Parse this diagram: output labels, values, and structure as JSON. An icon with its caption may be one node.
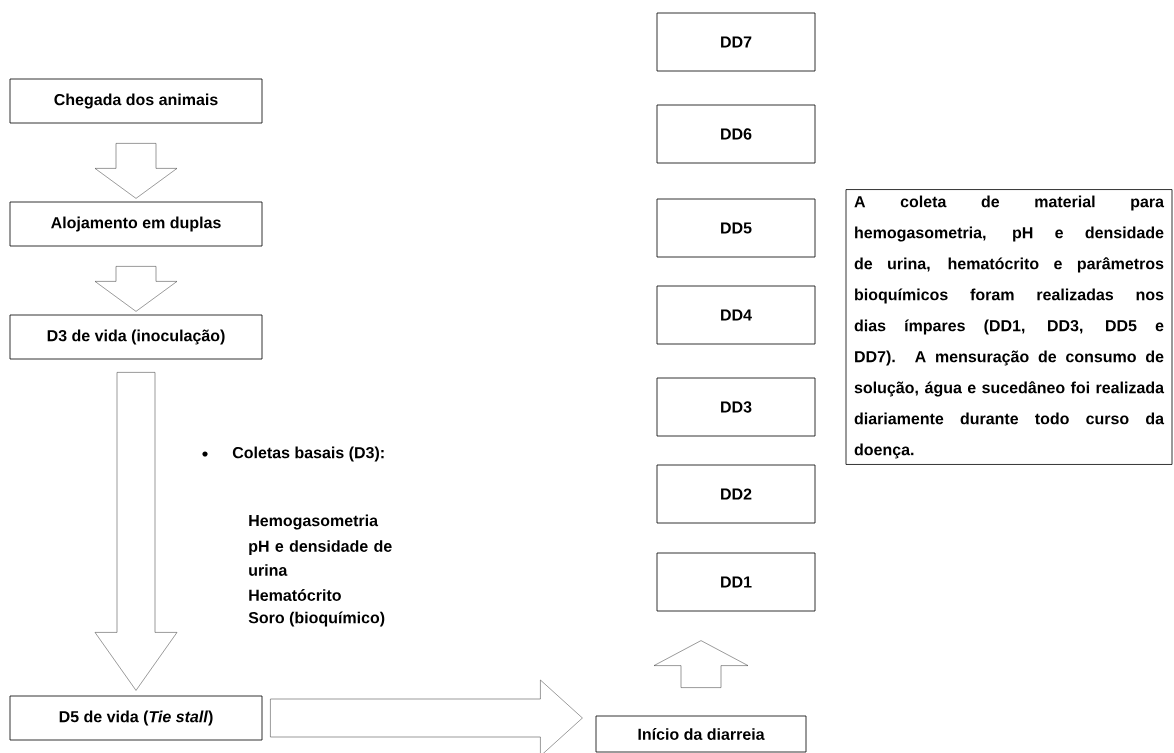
{
  "diagram": {
    "nodes": [
      {
        "text": [
          "Chegada dos animais"
        ]
      },
      {
        "text": [
          "Alojamento em duplas"
        ]
      },
      {
        "text": [
          "D3 de vida (inoculação)"
        ]
      },
      {
        "text": [
          "D5 de vida (*Tie stall*)"
        ]
      },
      {
        "text": [
          "Início da diarreia"
        ]
      },
      {
        "text": [
          "DD1"
        ]
      },
      {
        "text": [
          "DD2"
        ]
      },
      {
        "text": [
          "DD3"
        ]
      },
      {
        "text": [
          "DD4"
        ]
      },
      {
        "text": [
          "DD5"
        ]
      },
      {
        "text": [
          "DD6"
        ]
      },
      {
        "text": [
          "DD7"
        ]
      },
      {
        "text": [
          "A coleta de material para hemogasometria, pH e densidade de urina, hematócrito e parâmetros bioquímicos foram realizadas nos dias ímpares (DD1, DD3, DD5 e DD7). A mensuração de consumo de solução, água e sucedâneo foi realizada diariamente durante todo curso da doença."
        ]
      }
    ],
    "edges": [
      {
        "from": 0,
        "to": 1,
        "arrow": "to"
      },
      {
        "from": 1,
        "to": 2,
        "arrow": "to"
      },
      {
        "from": 2,
        "to": 3,
        "arrow": "to"
      },
      {
        "from": 3,
        "to": 4,
        "arrow": "to"
      },
      {
        "from": 4,
        "to": 5,
        "arrow": "to"
      }
    ],
    "labels": [
      "Coletas basais (D3):",
      "Hemogasometria",
      "pH e densidade de urina",
      "Hematócrito",
      "Soro (bioquímico)"
    ]
  }
}
